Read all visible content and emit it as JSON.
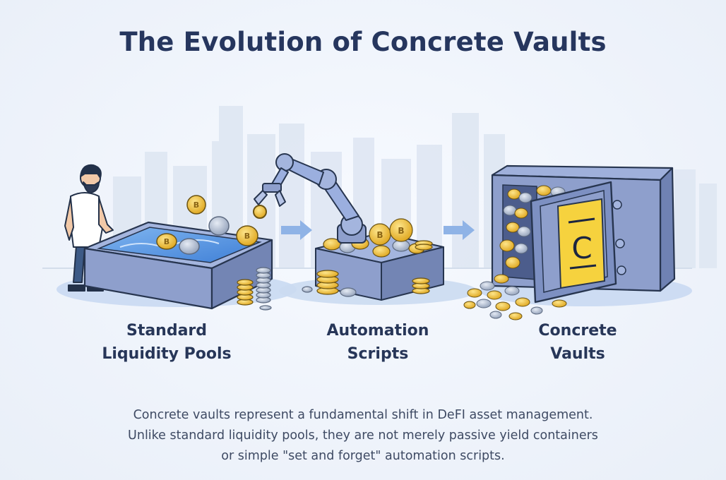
{
  "title": "The Evolution of Concrete Vaults",
  "stages": [
    {
      "line1": "Standard",
      "line2": "Liquidity Pools",
      "icon": "liquidity-pool-illustration"
    },
    {
      "line1": "Automation",
      "line2": "Scripts",
      "icon": "robotic-arm-illustration"
    },
    {
      "line1": "Concrete",
      "line2": "Vaults",
      "icon": "vault-safe-illustration"
    }
  ],
  "vault_logo": "C",
  "description": [
    "Concrete vaults represent a fundamental shift in DeFI asset management.",
    "Unlike standard liquidity pools, they are not merely passive yield containers",
    "or simple \"set and forget\" automation scripts."
  ],
  "colors": {
    "title": "#26365e",
    "concrete": "#8e9fcc",
    "coin_gold": "#f2c23a",
    "coin_silver": "#b3bfd2",
    "water": "#5b97e0",
    "vault_logo": "#f6d23e"
  }
}
